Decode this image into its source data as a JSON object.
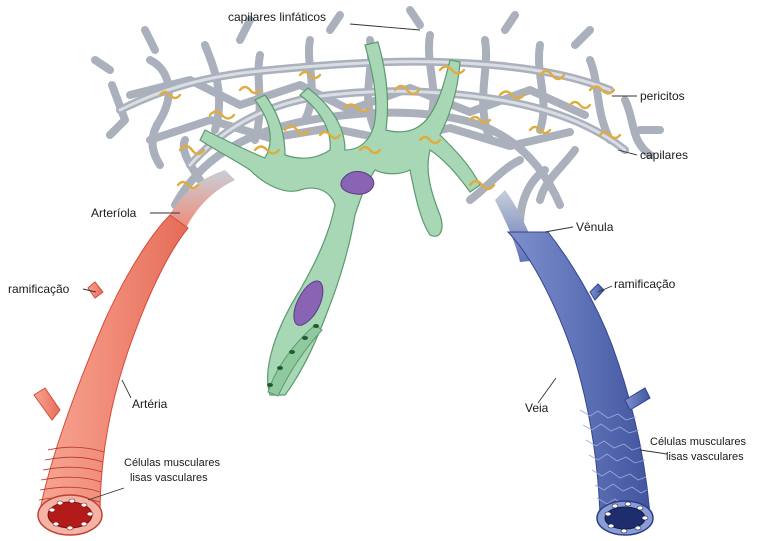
{
  "labels": {
    "capilares_linfaticos": "capilares linfáticos",
    "pericitos": "pericitos",
    "capilares": "capilares",
    "arteriola": "Arteríola",
    "venula": "Vênula",
    "ramificacao_left": "ramificação",
    "ramificacao_right": "ramificação",
    "arteria": "Artéria",
    "veia": "Veia",
    "celulas_left_line1": "Células musculares",
    "celulas_left_line2": "lisas vasculares",
    "celulas_right_line1": "Células musculares",
    "celulas_right_line2": "lisas vasculares"
  },
  "colors": {
    "artery": "#f08a76",
    "artery_dark": "#d9493a",
    "artery_lumen": "#b31a1a",
    "vein": "#5f73b8",
    "vein_dark": "#33458f",
    "vein_lumen": "#1e2d6e",
    "capillary": "#c3c9d3",
    "capillary_edge": "#7d8592",
    "lymph": "#9fd3ae",
    "lymph_edge": "#4f8f63",
    "pericyte": "#e2b24a",
    "nucleus": "#8a64b4"
  }
}
